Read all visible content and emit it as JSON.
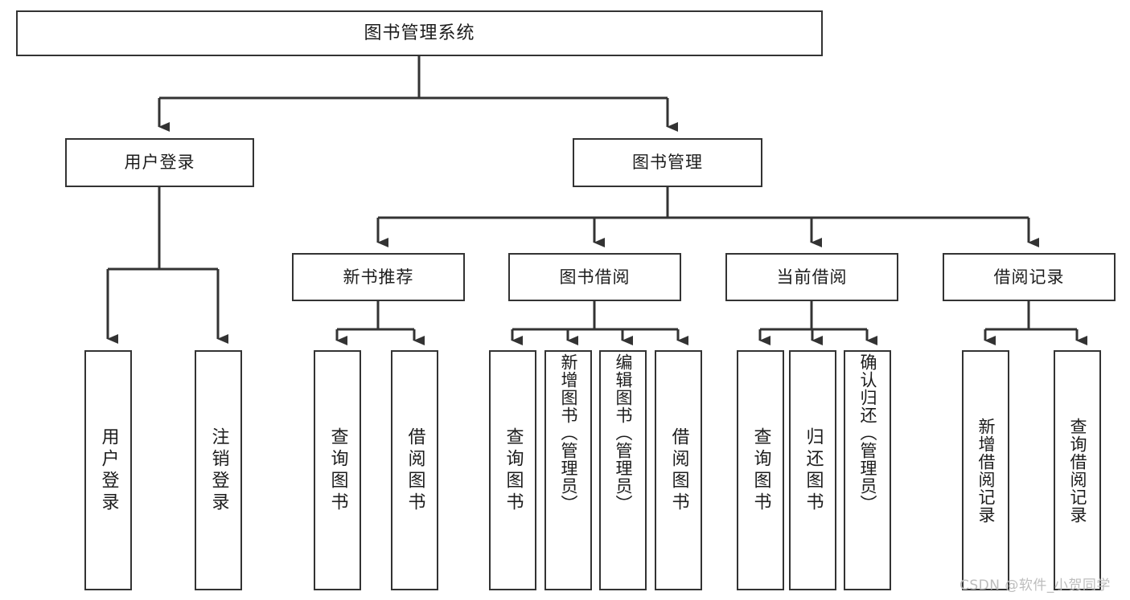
{
  "diagram": {
    "title": "图书管理系统",
    "watermark": "CSDN @软件_小贺同学",
    "line_color": "#333333",
    "box_fill": "#ffffff",
    "text_color": "#1c1c1c",
    "root": {
      "label": "图书管理系统"
    },
    "level2": [
      {
        "label": "用户登录"
      },
      {
        "label": "图书管理"
      }
    ],
    "level3": [
      {
        "label": "新书推荐"
      },
      {
        "label": "图书借阅"
      },
      {
        "label": "当前借阅"
      },
      {
        "label": "借阅记录"
      }
    ],
    "leaves_user_login": [
      {
        "label": "用户登录"
      },
      {
        "label": "注销登录"
      }
    ],
    "leaves_new_book": [
      {
        "label": "查询图书"
      },
      {
        "label": "借阅图书"
      }
    ],
    "leaves_borrow": [
      {
        "label": "查询图书"
      },
      {
        "label": "新增图书（管理员）"
      },
      {
        "label": "编辑图书（管理员）"
      },
      {
        "label": "借阅图书"
      }
    ],
    "leaves_current": [
      {
        "label": "查询图书"
      },
      {
        "label": "归还图书"
      },
      {
        "label": "确认归还（管理员）"
      }
    ],
    "leaves_records": [
      {
        "label": "新增借阅记录"
      },
      {
        "label": "查询借阅记录"
      }
    ]
  }
}
